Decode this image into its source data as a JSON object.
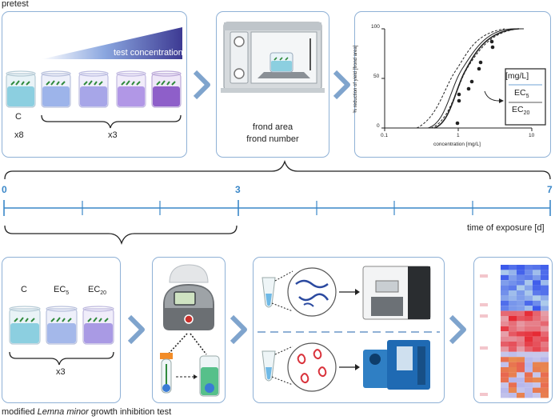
{
  "top_label": "pretest",
  "pretest": {
    "gradient_label": "test concentration",
    "control_label": "C",
    "control_count": "x8",
    "treatment_count": "x3"
  },
  "measurement": {
    "line1": "frond area",
    "line2": "frond number"
  },
  "dose_response": {
    "ylabel": "% reduction of yield [frond area]",
    "xlabel": "concentration [mg/L]",
    "y_ticks": [
      "100",
      "50",
      "0"
    ],
    "x_ticks": [
      "0.1",
      "1",
      "10"
    ],
    "legend_unit": "[mg/L]",
    "legend_ec5_base": "EC",
    "legend_ec5_sub": "5",
    "legend_ec20_base": "EC",
    "legend_ec20_sub": "20"
  },
  "timeline": {
    "start": "0",
    "mid": "3",
    "end": "7",
    "axis_label": "time of exposure [d]"
  },
  "modified": {
    "c_label": "C",
    "ec5_base": "EC",
    "ec5_sub": "5",
    "ec20_base": "EC",
    "ec20_sub": "20",
    "count": "x3",
    "caption_before": "modified ",
    "caption_italic": "Lemna minor",
    "caption_after": " growth inhibition test"
  },
  "colors": {
    "panel_border": "#8fb1d6",
    "arrow": "#7fa4cd",
    "timeline": "#3a87c8",
    "heat_red": "#e0303a",
    "heat_blue": "#4a6bd6"
  }
}
